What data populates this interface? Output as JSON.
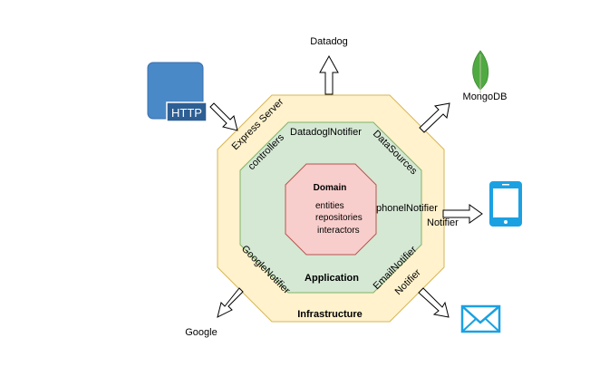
{
  "diagram": {
    "layers": {
      "infrastructure": "Infrastructure",
      "application": "Application",
      "domain": "Domain"
    },
    "domain_items": [
      "entities",
      "repositories",
      "interactors"
    ],
    "infrastructure_labels": {
      "express_server": "Express Server",
      "notifier_left": "Notifier",
      "notifier_right": "Notifier"
    },
    "application_labels": {
      "controllers": "controllers",
      "datadog_notifier": "DatadoglNotifier",
      "data_sources": "DataSources",
      "phone_notifier": "phonelNotifier",
      "email_notifier": "EmailNotifier",
      "google_notifier": "GoogleNotifier"
    },
    "externals": {
      "datadog": "Datadog",
      "mongodb": "MongoDB",
      "google": "Google",
      "http": "HTTP"
    },
    "colors": {
      "infrastructure_fill": "#fff2cc",
      "infrastructure_stroke": "#d6b656",
      "application_fill": "#d5e8d4",
      "application_stroke": "#82b366",
      "domain_fill": "#f8cecc",
      "domain_stroke": "#b85450",
      "http_blue": "#4a89c8",
      "phone_blue": "#1ba1e2",
      "mongo_green": "#4faa41"
    },
    "icons": [
      "http-server-icon",
      "mongodb-leaf-icon",
      "mobile-phone-icon",
      "envelope-icon"
    ]
  }
}
